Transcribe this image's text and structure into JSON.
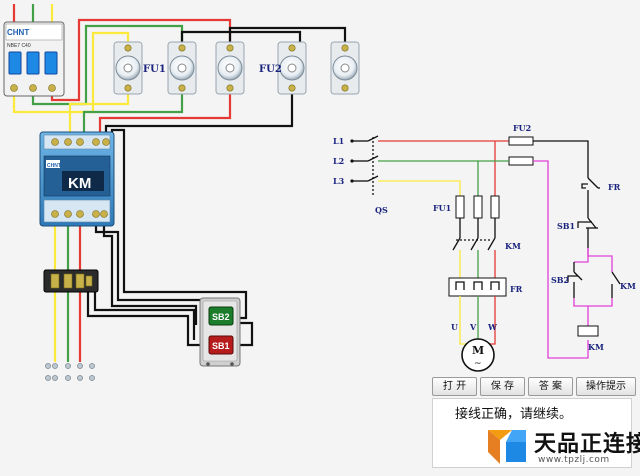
{
  "breaker": {
    "brand": "CHNT",
    "model": "NBE7 C40"
  },
  "fuses": {
    "fu1_label": "FU1",
    "fu2_label": "FU2"
  },
  "contactor": {
    "label": "KM",
    "brand": "CHNT"
  },
  "buttons": {
    "sb2_label": "SB2",
    "sb1_label": "SB1"
  },
  "schematic": {
    "l1": "L1",
    "l2": "L2",
    "l3": "L3",
    "qs": "QS",
    "fu1": "FU1",
    "fu2": "FU2",
    "km_main": "KM",
    "fr_main": "FR",
    "u": "U",
    "v": "V",
    "w": "W",
    "motor": "M",
    "motor_sub": "~",
    "fr_ctrl": "FR",
    "sb1": "SB1",
    "sb2": "SB2",
    "km_aux": "KM",
    "km_coil": "KM"
  },
  "toolbar": [
    {
      "label": "打 开"
    },
    {
      "label": "保 存"
    },
    {
      "label": "答 案"
    },
    {
      "label": "操作提示"
    }
  ],
  "message": "接线正确，请继续。",
  "watermark": {
    "name": "天品正连接",
    "url": "www.tpzlj.com"
  },
  "colors": {
    "phase1": "#fbe93c",
    "phase2": "#43a047",
    "phase3": "#e53935",
    "control": "#e040d8",
    "label": "#1a237e"
  }
}
